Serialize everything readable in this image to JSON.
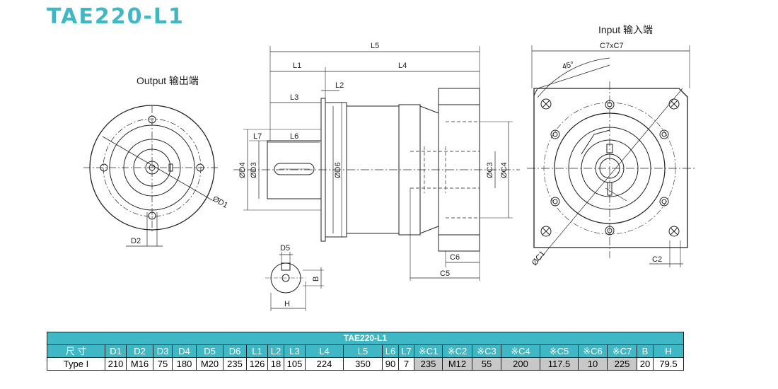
{
  "title": "TAE220-L1",
  "views": {
    "output_label": "Output  输出端",
    "input_label": "Input  输入端"
  },
  "dimension_labels": {
    "L5": "L5",
    "L1": "L1",
    "L4": "L4",
    "L2": "L2",
    "L3": "L3",
    "L7": "L7",
    "L6": "L6",
    "D4": "ØD4",
    "D3": "ØD3",
    "D6": "ØD6",
    "C3": "ØC3",
    "C4": "ØC4",
    "C6": "C6",
    "C5": "C5",
    "D1": "ØD1",
    "D2": "D2",
    "D5": "D5",
    "B": "B",
    "H": "H",
    "C7xC7": "C7xC7",
    "angle": "45°",
    "C1": "ØC1",
    "C2": "C2"
  },
  "table": {
    "caption": "TAE220-L1",
    "headers": [
      "尺 寸",
      "D1",
      "D2",
      "D3",
      "D4",
      "D5",
      "D6",
      "L1",
      "L2",
      "L3",
      "L4",
      "L5",
      "L6",
      "L7",
      "※C1",
      "※C2",
      "※C3",
      "※C4",
      "※C5",
      "※C6",
      "※C7",
      "B",
      "H"
    ],
    "row": [
      "Type I",
      "210",
      "M16",
      "75",
      "180",
      "M20",
      "235",
      "126",
      "18",
      "105",
      "224",
      "350",
      "90",
      "7",
      "235",
      "M12",
      "55",
      "200",
      "117.5",
      "10",
      "225",
      "20",
      "79.5"
    ]
  }
}
